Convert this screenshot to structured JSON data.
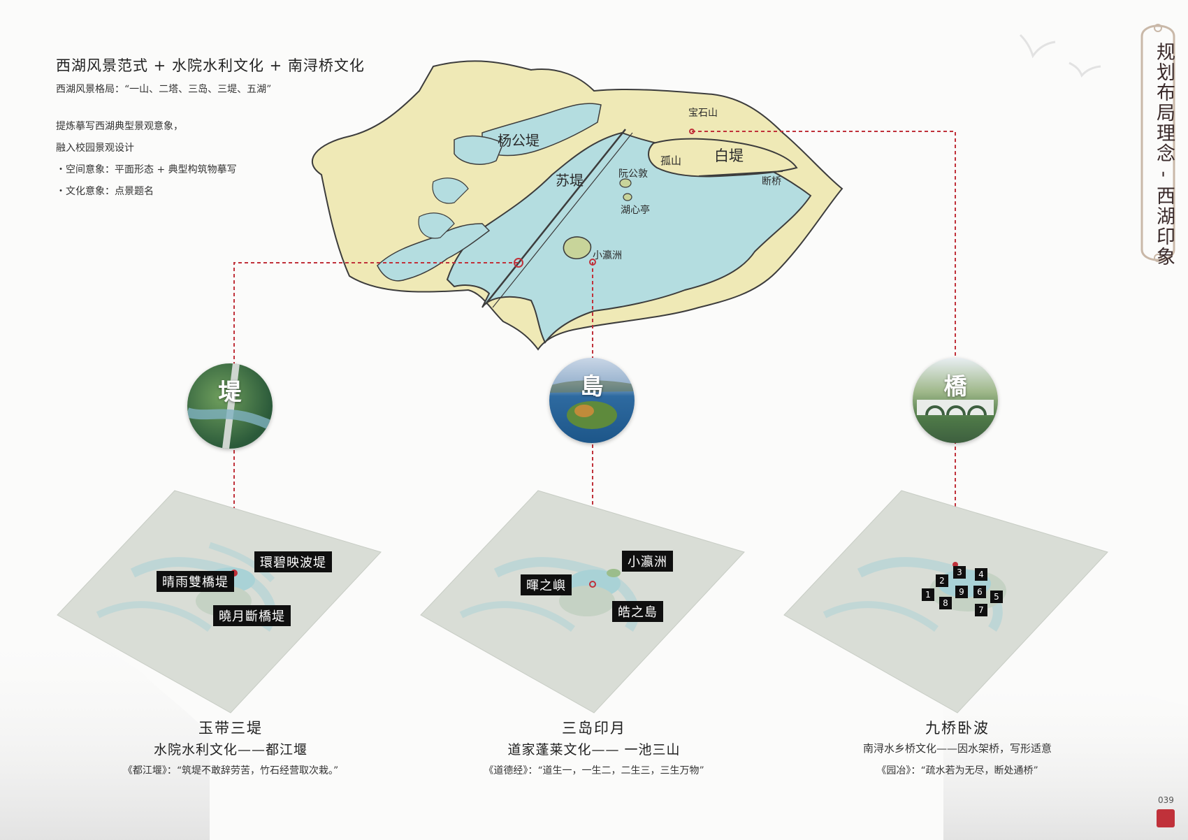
{
  "intro": {
    "title": "西湖风景范式 + 水院水利文化 + 南浔桥文化",
    "subtitle": "西湖风景格局：“一山、二塔、三岛、三堤、五湖”",
    "lines": [
      "提炼摹写西湖典型景观意象，",
      "融入校园景观设计",
      "・空间意象：平面形态 + 典型构筑物摹写",
      "・文化意象：点景题名"
    ]
  },
  "side_title": "规划布局理念 - 西湖印象",
  "map_labels": {
    "yanggongdi": "杨公堤",
    "sudi": "苏堤",
    "baoshishan": "宝石山",
    "gushan": "孤山",
    "baidi": "白堤",
    "duanqiao": "断桥",
    "ruangongdun": "阮公敦",
    "huxinting": "湖心亭",
    "xiaoyingzhou": "小瀛洲"
  },
  "circles": {
    "di": "堤",
    "dao": "島",
    "qiao": "橋"
  },
  "panel1": {
    "tags": [
      "晴雨雙橋堤",
      "環碧映波堤",
      "曉月斷橋堤"
    ],
    "title": "玉带三堤",
    "subtitle": "水院水利文化——都江堰",
    "quote": "《都江堰》：“筑堤不敢辞劳苦，竹石经营取次栽。”"
  },
  "panel2": {
    "tags": [
      "暉之嶼",
      "小瀛洲",
      "皓之島"
    ],
    "title": "三岛印月",
    "subtitle": "道家蓬莱文化—— 一池三山",
    "quote": "《道德经》：“道生一，一生二，二生三，三生万物”"
  },
  "panel3": {
    "numbers": [
      "1",
      "2",
      "3",
      "4",
      "5",
      "6",
      "7",
      "8",
      "9"
    ],
    "title": "九桥卧波",
    "subtitle": "南浔水乡桥文化——因水架桥，写形适意",
    "quote": "《园冶》：“疏水若为无尽，断处通桥”"
  },
  "page_number": "039",
  "colors": {
    "land": "#efe9b6",
    "water": "#b4dde0",
    "dashed_line": "#c0313a",
    "tag_bg": "#0f0f0f"
  }
}
